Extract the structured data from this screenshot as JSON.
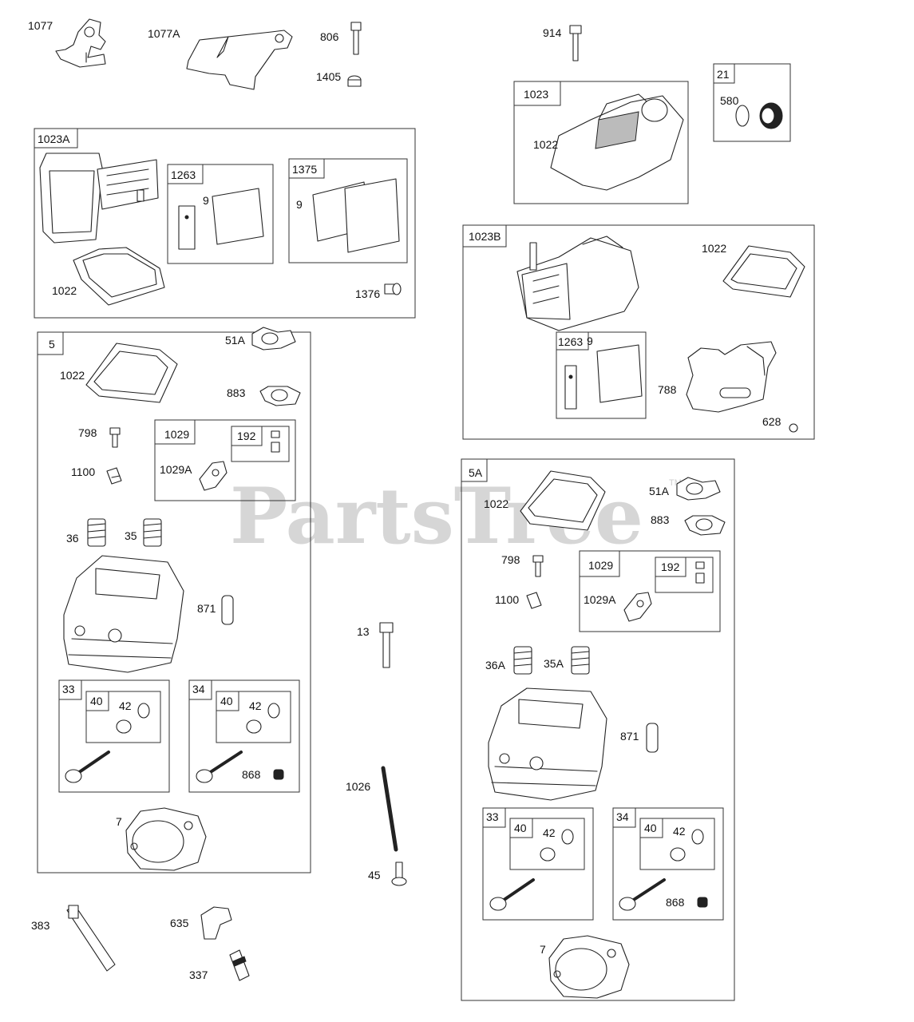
{
  "watermark": {
    "text": "PartsTree",
    "tm": "TM"
  },
  "labels": {
    "p1077": "1077",
    "p1077A": "1077A",
    "p806": "806",
    "p1405": "1405",
    "p914": "914",
    "p1023": "1023",
    "p1022_a": "1022",
    "p21": "21",
    "p580": "580",
    "p1023A": "1023A",
    "p1263_a": "1263",
    "p9_a": "9",
    "p1375": "1375",
    "p9_b": "9",
    "p1022_b": "1022",
    "p1376": "1376",
    "p1023B": "1023B",
    "p1022_c": "1022",
    "p1263_b": "1263",
    "p9_c": "9",
    "p788": "788",
    "p628": "628",
    "p5": "5",
    "p1022_d": "1022",
    "p51A_a": "51A",
    "p883_a": "883",
    "p798_a": "798",
    "p1029_a": "1029",
    "p192_a": "192",
    "p1029A_a": "1029A",
    "p1100_a": "1100",
    "p36": "36",
    "p35": "35",
    "p871_a": "871",
    "p33_a": "33",
    "p40_a": "40",
    "p42_a": "42",
    "p34_a": "34",
    "p40_b": "40",
    "p42_b": "42",
    "p868_a": "868",
    "p7_a": "7",
    "p13": "13",
    "p1026": "1026",
    "p45": "45",
    "p383": "383",
    "p635": "635",
    "p337": "337",
    "p5A": "5A",
    "p1022_e": "1022",
    "p51A_b": "51A",
    "p883_b": "883",
    "p798_b": "798",
    "p1029_b": "1029",
    "p192_b": "192",
    "p1029A_b": "1029A",
    "p1100_b": "1100",
    "p36A": "36A",
    "p35A": "35A",
    "p871_b": "871",
    "p33_b": "33",
    "p40_c": "40",
    "p42_c": "42",
    "p34_b": "34",
    "p40_d": "40",
    "p42_d": "42",
    "p868_b": "868",
    "p7_b": "7"
  }
}
